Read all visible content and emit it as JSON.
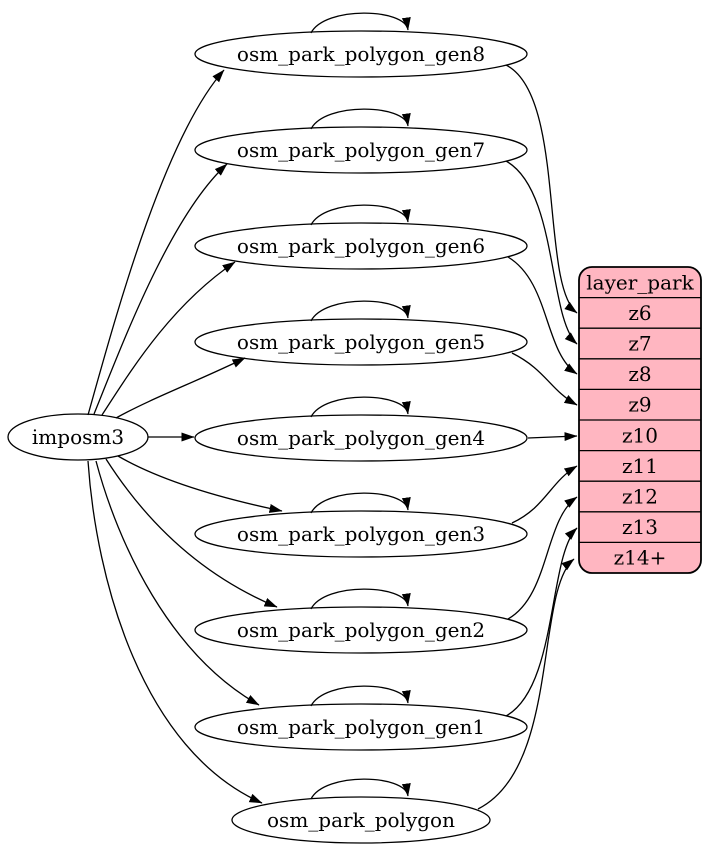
{
  "page": {
    "background": "#ffffff"
  },
  "diagram": {
    "kind": "graphviz-digraph",
    "direction": "LR",
    "stroke_color": "#000000",
    "text_color": "#000000",
    "node_fill": "#ffffff",
    "source": {
      "id": "imposm3",
      "label": "imposm3"
    },
    "tables": [
      {
        "id": "osm_park_polygon_gen8",
        "label": "osm_park_polygon_gen8"
      },
      {
        "id": "osm_park_polygon_gen7",
        "label": "osm_park_polygon_gen7"
      },
      {
        "id": "osm_park_polygon_gen6",
        "label": "osm_park_polygon_gen6"
      },
      {
        "id": "osm_park_polygon_gen5",
        "label": "osm_park_polygon_gen5"
      },
      {
        "id": "osm_park_polygon_gen4",
        "label": "osm_park_polygon_gen4"
      },
      {
        "id": "osm_park_polygon_gen3",
        "label": "osm_park_polygon_gen3"
      },
      {
        "id": "osm_park_polygon_gen2",
        "label": "osm_park_polygon_gen2"
      },
      {
        "id": "osm_park_polygon_gen1",
        "label": "osm_park_polygon_gen1"
      },
      {
        "id": "osm_park_polygon",
        "label": "osm_park_polygon"
      }
    ],
    "layer": {
      "id": "layer_park",
      "title": "layer_park",
      "fill": "#ffb6c1",
      "border_color": "#000000",
      "zoom_rows": [
        "z6",
        "z7",
        "z8",
        "z9",
        "z10",
        "z11",
        "z12",
        "z13",
        "z14+"
      ]
    },
    "edges": [
      {
        "from": "imposm3",
        "to": "osm_park_polygon_gen8"
      },
      {
        "from": "imposm3",
        "to": "osm_park_polygon_gen7"
      },
      {
        "from": "imposm3",
        "to": "osm_park_polygon_gen6"
      },
      {
        "from": "imposm3",
        "to": "osm_park_polygon_gen5"
      },
      {
        "from": "imposm3",
        "to": "osm_park_polygon_gen4"
      },
      {
        "from": "imposm3",
        "to": "osm_park_polygon_gen3"
      },
      {
        "from": "imposm3",
        "to": "osm_park_polygon_gen2"
      },
      {
        "from": "imposm3",
        "to": "osm_park_polygon_gen1"
      },
      {
        "from": "imposm3",
        "to": "osm_park_polygon"
      },
      {
        "from": "osm_park_polygon_gen8",
        "to": "osm_park_polygon_gen8"
      },
      {
        "from": "osm_park_polygon_gen7",
        "to": "osm_park_polygon_gen7"
      },
      {
        "from": "osm_park_polygon_gen6",
        "to": "osm_park_polygon_gen6"
      },
      {
        "from": "osm_park_polygon_gen5",
        "to": "osm_park_polygon_gen5"
      },
      {
        "from": "osm_park_polygon_gen4",
        "to": "osm_park_polygon_gen4"
      },
      {
        "from": "osm_park_polygon_gen3",
        "to": "osm_park_polygon_gen3"
      },
      {
        "from": "osm_park_polygon_gen2",
        "to": "osm_park_polygon_gen2"
      },
      {
        "from": "osm_park_polygon_gen1",
        "to": "osm_park_polygon_gen1"
      },
      {
        "from": "osm_park_polygon",
        "to": "osm_park_polygon"
      },
      {
        "from": "osm_park_polygon_gen8",
        "to": "layer_park.z6"
      },
      {
        "from": "osm_park_polygon_gen7",
        "to": "layer_park.z7"
      },
      {
        "from": "osm_park_polygon_gen6",
        "to": "layer_park.z8"
      },
      {
        "from": "osm_park_polygon_gen5",
        "to": "layer_park.z9"
      },
      {
        "from": "osm_park_polygon_gen4",
        "to": "layer_park.z10"
      },
      {
        "from": "osm_park_polygon_gen3",
        "to": "layer_park.z11"
      },
      {
        "from": "osm_park_polygon_gen2",
        "to": "layer_park.z12"
      },
      {
        "from": "osm_park_polygon_gen1",
        "to": "layer_park.z13"
      },
      {
        "from": "osm_park_polygon",
        "to": "layer_park.z14+"
      }
    ]
  }
}
